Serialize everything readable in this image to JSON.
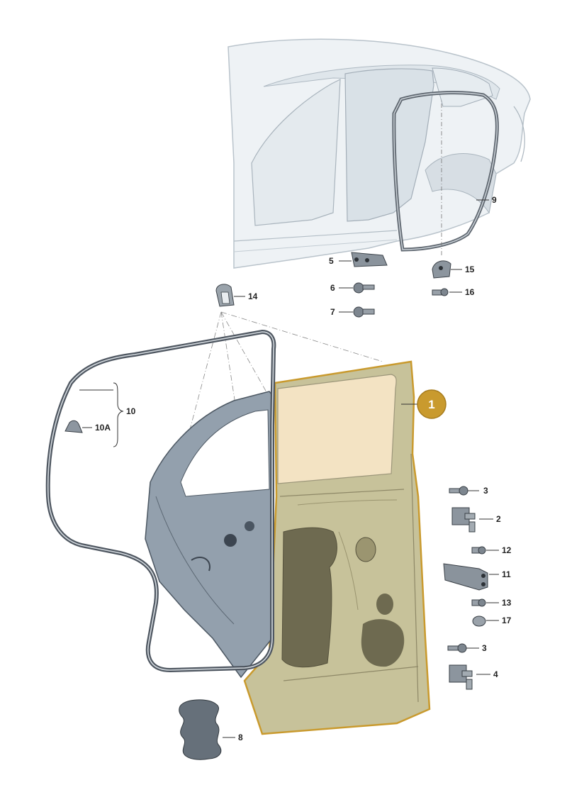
{
  "diagram": {
    "main_callout": "1",
    "labels": {
      "l2": "2",
      "l3a": "3",
      "l3b": "3",
      "l4": "4",
      "l5": "5",
      "l6": "6",
      "l7": "7",
      "l8": "8",
      "l9": "9",
      "l10": "10",
      "l10a": "10A",
      "l11": "11",
      "l12": "12",
      "l13": "13",
      "l14": "14",
      "l15": "15",
      "l16": "16",
      "l17": "17"
    },
    "colors": {
      "badge": "#c99a2e",
      "door_panel": "#c7c29a",
      "window_glass": "#f3e3c3",
      "door_frame": "#8f9aa6",
      "seal": "#5f6770",
      "body_shell": "#e9eef2"
    }
  }
}
